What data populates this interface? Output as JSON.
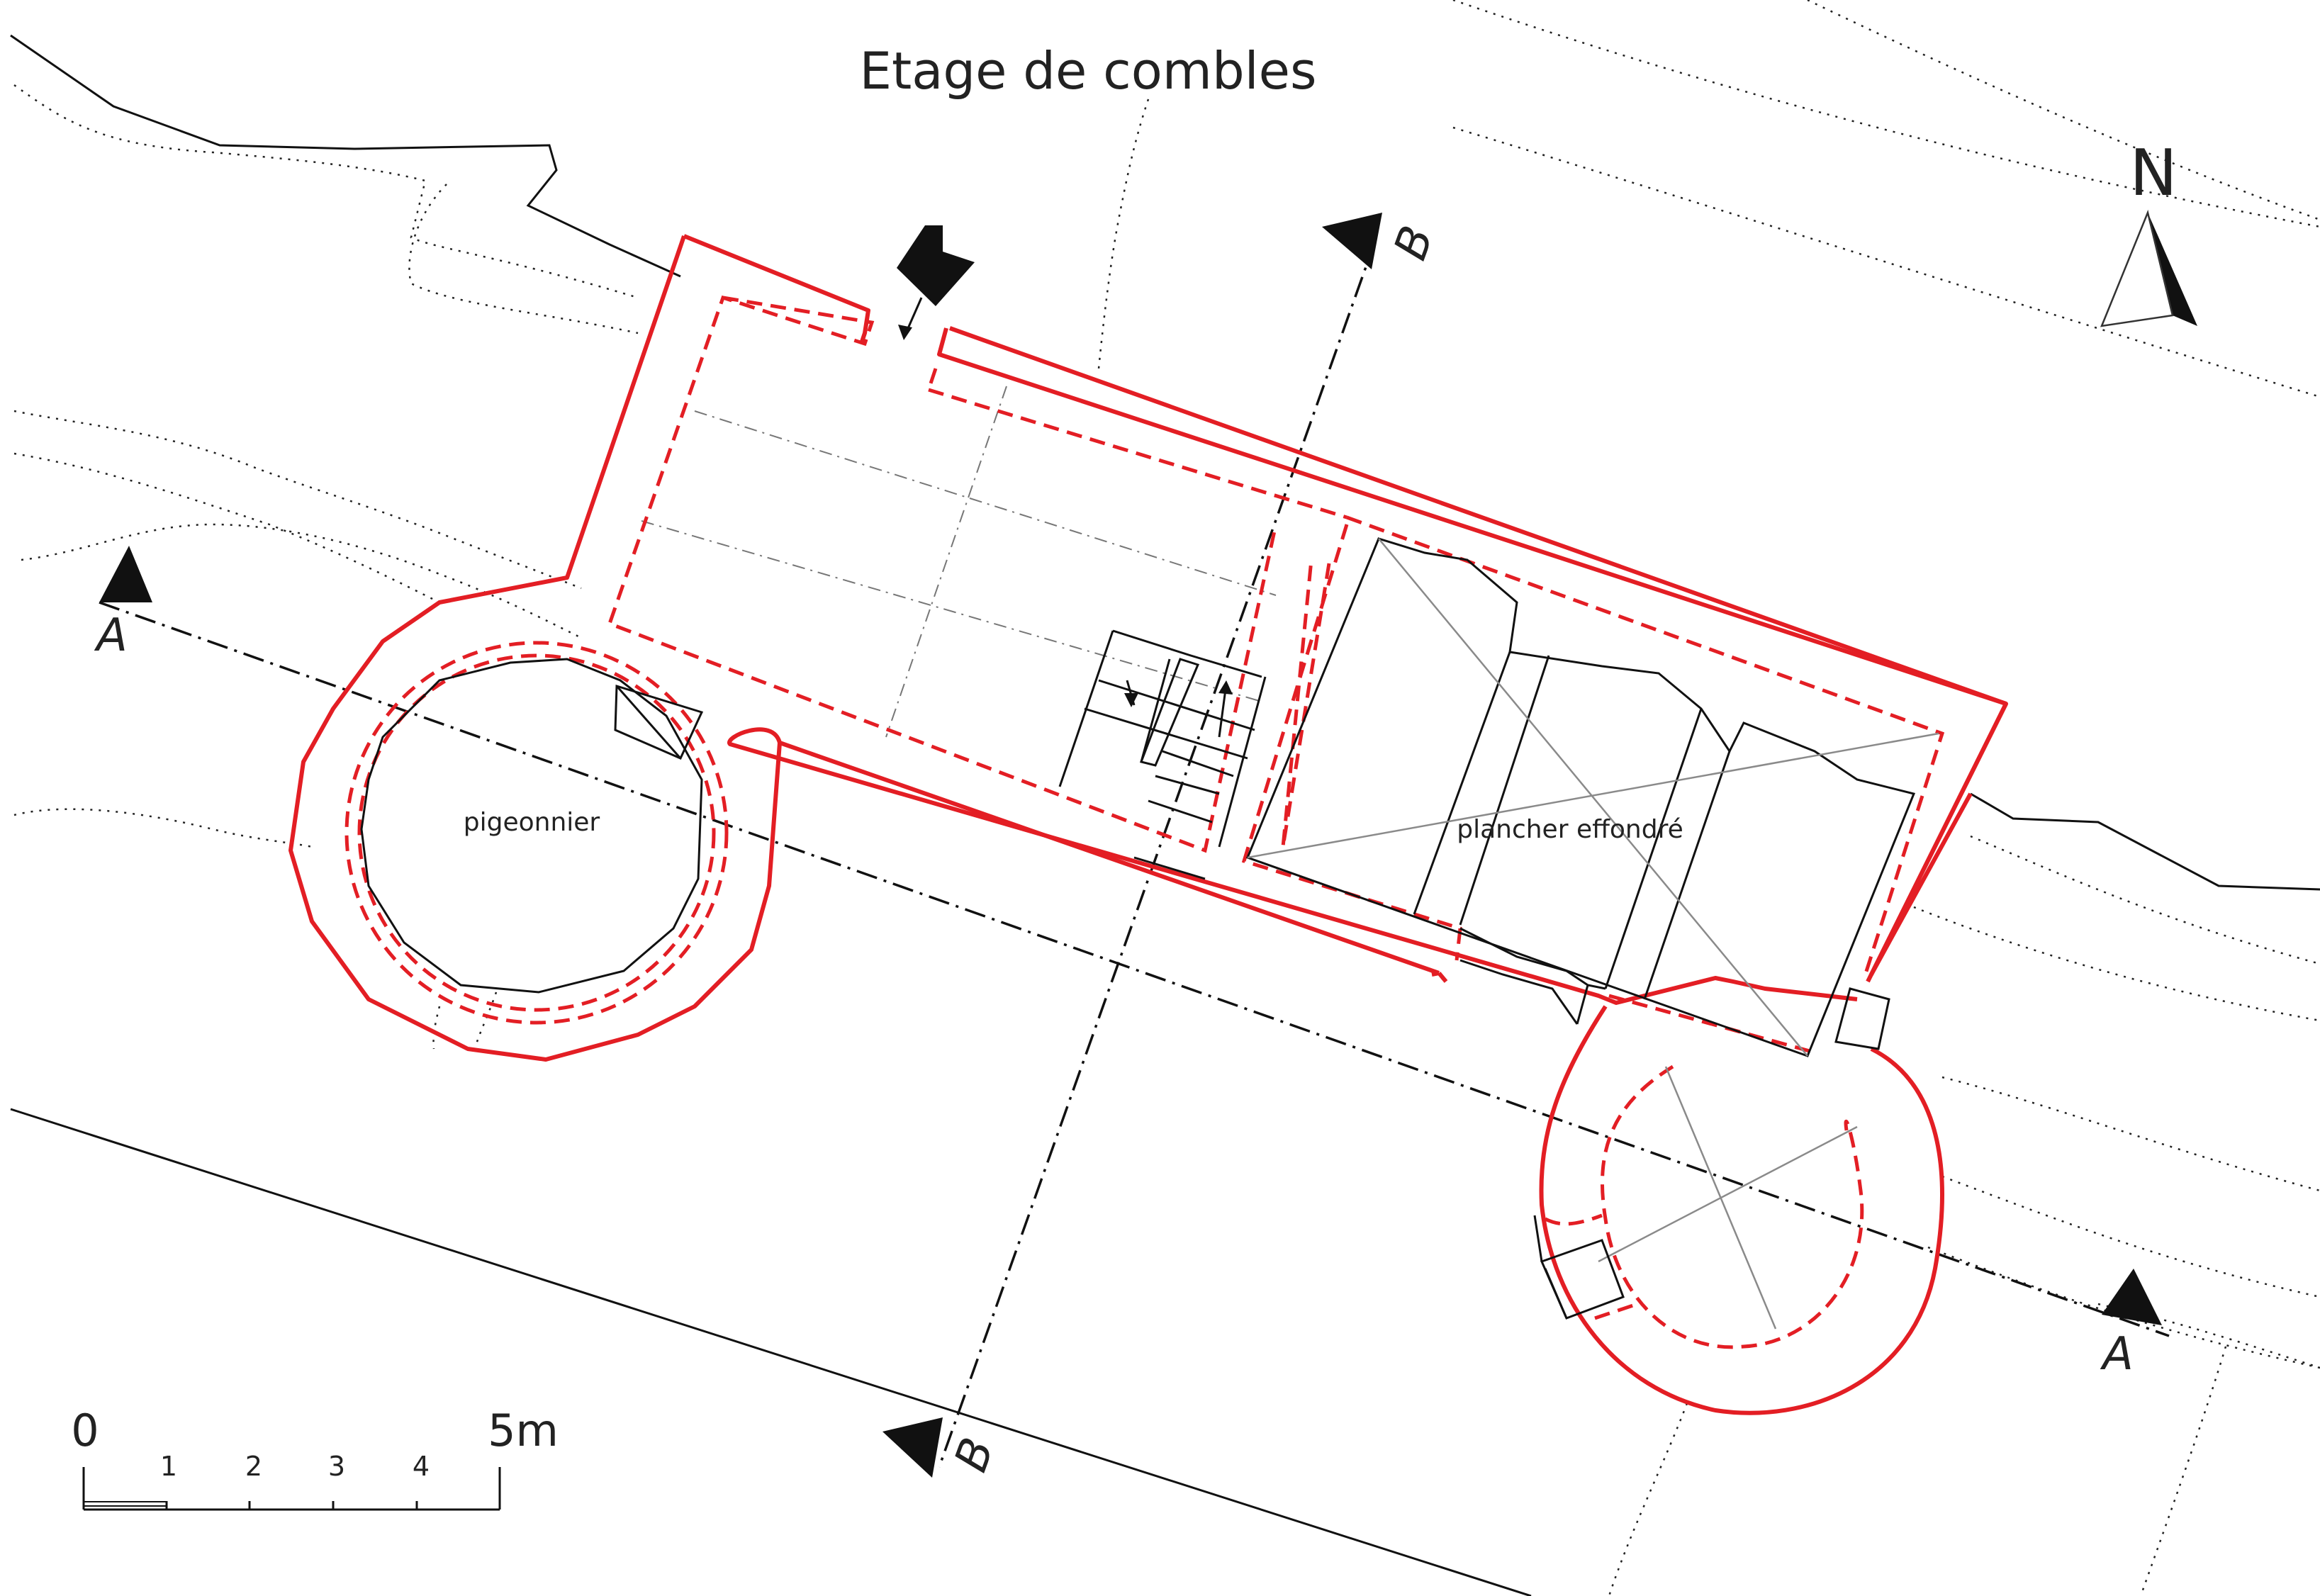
{
  "title": "Etage de combles",
  "rooms": {
    "left_tower": "pigeonnier",
    "main_room": "plancher effondré"
  },
  "north_label": "N",
  "section_marks": {
    "a_left": "A",
    "a_right": "A",
    "b_top": "B",
    "b_bottom": "B"
  },
  "scale_bar": {
    "start": "0",
    "ticks": [
      "1",
      "2",
      "3",
      "4"
    ],
    "end": "5m"
  },
  "colors": {
    "walls": "#e31e24",
    "ink": "#111111"
  }
}
